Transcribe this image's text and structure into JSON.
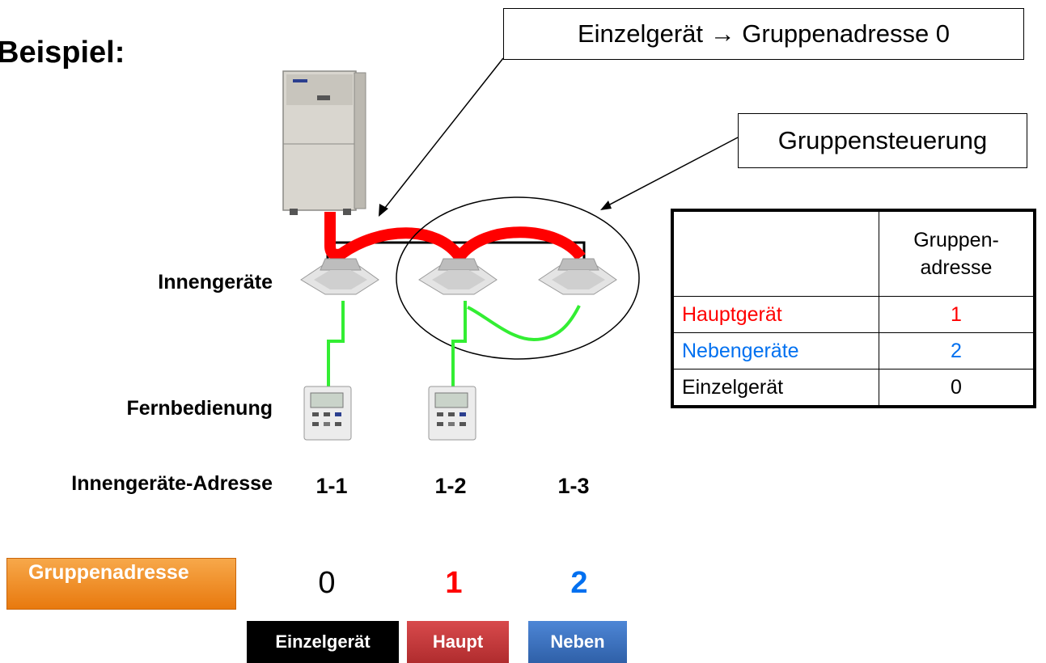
{
  "title": "Beispiel:",
  "callouts": {
    "single": "Einzelgerät → Gruppenadresse 0",
    "group": "Gruppensteuerung"
  },
  "rows": {
    "indoor": "Innengeräte",
    "remote": "Fernbedienung",
    "address": "Innengeräte-Adresse",
    "group_address": "Gruppenadresse"
  },
  "addresses": [
    "1-1",
    "1-2",
    "1-3"
  ],
  "group_values": [
    "0",
    "1",
    "2"
  ],
  "badges": [
    "Einzelgerät",
    "Haupt",
    "Neben"
  ],
  "table": {
    "header": "Gruppen-\nadresse",
    "rows": [
      {
        "label": "Hauptgerät",
        "value": "1",
        "color": "#ff0000"
      },
      {
        "label": "Nebengeräte",
        "value": "2",
        "color": "#0070f0"
      },
      {
        "label": "Einzelgerät",
        "value": "0",
        "color": "#000000"
      }
    ]
  },
  "colors": {
    "red": "#ff0000",
    "blue": "#0070f0",
    "green": "#33ee33",
    "orange": "#f08a24",
    "badge_black": "#000000",
    "badge_red": "#c0393b",
    "badge_blue": "#3a72c0"
  }
}
